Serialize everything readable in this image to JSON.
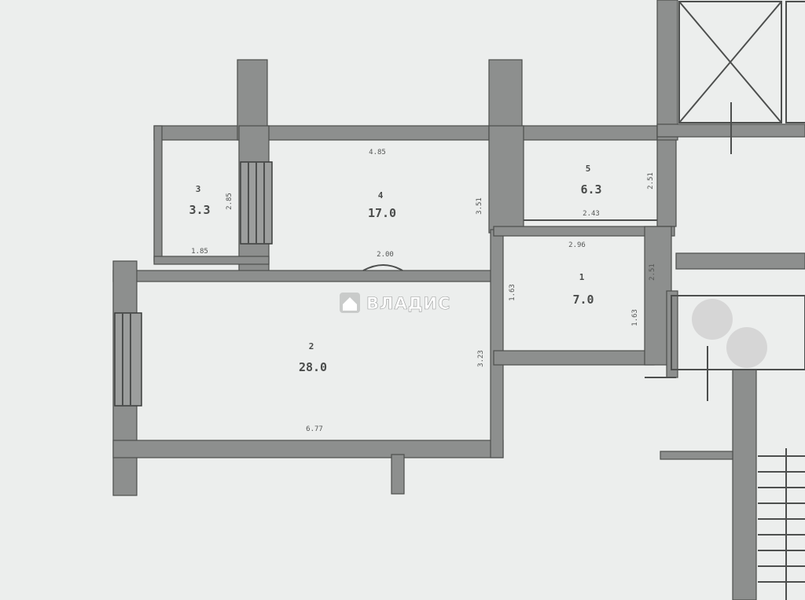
{
  "watermark": {
    "logo": "house-logo",
    "text": "ВЛАДИС"
  },
  "rooms": [
    {
      "id": "room-1",
      "number": "1",
      "area": "7.0"
    },
    {
      "id": "room-2",
      "number": "2",
      "area": "28.0"
    },
    {
      "id": "room-3",
      "number": "3",
      "area": "3.3"
    },
    {
      "id": "room-4",
      "number": "4",
      "area": "17.0"
    },
    {
      "id": "room-5",
      "number": "5",
      "area": "6.3"
    }
  ],
  "dimensions": {
    "room4_top": "4.85",
    "room4_right": "3.51",
    "room4_door": "2.00",
    "room3_side": "2.85",
    "room3_bottom": "1.85",
    "room5_right": "2.51",
    "room5_bottom": "2.43",
    "room1_top": "2.96",
    "room1_left": "1.63",
    "room1_right": "1.63",
    "room1_stub": "2.51",
    "room2_right": "3.23",
    "room2_bottom": "6.77"
  }
}
